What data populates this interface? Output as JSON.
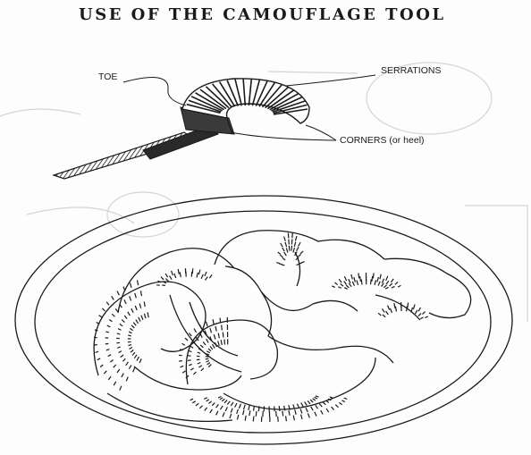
{
  "title": "USE OF THE CAMOUFLAGE TOOL",
  "labels": {
    "toe": "TOE",
    "serrations": "SERRATIONS",
    "corners": "CORNERS (or heel)"
  },
  "colors": {
    "ink": "#1a1a1a",
    "ghost": "#d0d0d0",
    "paper": "#fdfdfd"
  }
}
